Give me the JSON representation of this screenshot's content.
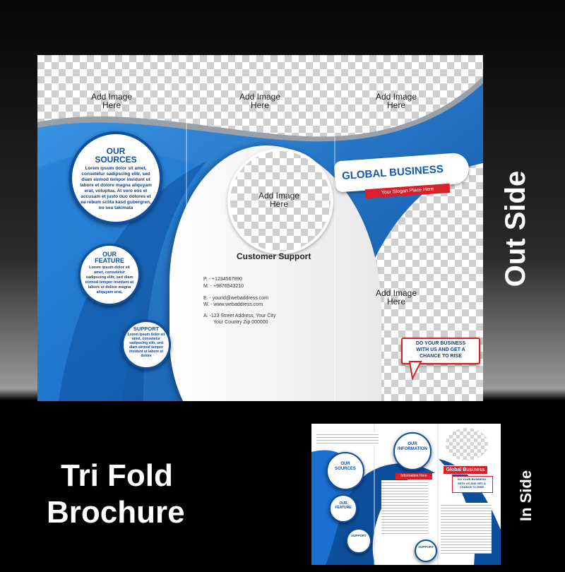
{
  "outside": {
    "placeholder_text": "Add Image\nHere",
    "sources": {
      "title": "OUR\nSOURCES",
      "body": "Lorem ipsum dolor sit amet, consetetur sadipscing elitr, sed diam eirmod tempor invidunt ut labore et dolore magna aliquyam erat, voluptua. At vero eos et accusam et justo duo dolores et ea rebum sclita kasd gubergren, no sea takimata"
    },
    "feature": {
      "title": "OUR\nFEATURE",
      "body": "Lorem ipsum dolor sit amet, consetetur sadipscing elitr, sed diam eirmod tempor invidunt ut labore et dolore magna aliquyam erat,"
    },
    "support": {
      "title": "SUPPORT",
      "body": "Lorem ipsum dolor sit amet, consetetur sadipscing elitr, sed diam eirmod tempor invidunt ut labore et dolore"
    },
    "customer_support": "Customer Support",
    "contact": {
      "phone": "P.   - +1234567890",
      "mobile": "M.  - +9876543210",
      "email": "E.   - yourid@webaddress.com",
      "web": "W. - www.webaddress.com",
      "address1": "A.   -123 Street Address, Your City",
      "address2": "Your Country Zip 000000"
    },
    "global_business": "GLOBAL BUSINESS",
    "slogan": "Your Slogan Place Here",
    "callout": "DO YOUR BUSINESS\nWITH US AND GET A\nCHANCE TO RISE",
    "side_label": "Out Side"
  },
  "title": {
    "line1": "Tri Fold",
    "line2": "Brochure"
  },
  "inside": {
    "side_label": "In Side",
    "information": "OUR\nINFORMATION",
    "information_here": "Information Here",
    "sources": "OUR\nSOURCES",
    "feature": "OUR\nFEATURE",
    "support": "SUPPORT",
    "global_business": "Global Business",
    "callout": "DO YOUR BUSINESS\nWITH US AND GET A\nCHANCE TO RISE"
  },
  "colors": {
    "blue": "#1a6fd0",
    "dark_blue": "#0d4f9c",
    "red": "#d81f2a"
  }
}
